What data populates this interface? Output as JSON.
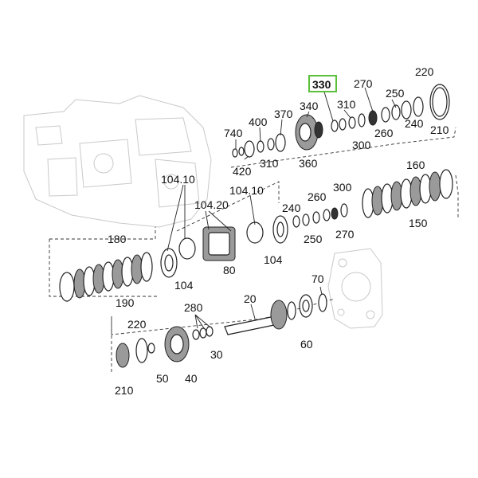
{
  "highlight": {
    "label": "330",
    "color": "#5bbf3c"
  },
  "labels": {
    "l220a": "220",
    "l270a": "270",
    "l250a": "250",
    "l340": "340",
    "l310a": "310",
    "l370": "370",
    "l400": "400",
    "l740": "740",
    "l420": "420",
    "l310b": "310",
    "l360": "360",
    "l300a": "300",
    "l260a": "260",
    "l240a": "240",
    "l210a": "210",
    "l10410a": "104.10",
    "l10420": "104.20",
    "l10410b": "104.10",
    "l260b": "260",
    "l300b": "300",
    "l240b": "240",
    "l160": "160",
    "l250b": "250",
    "l270b": "270",
    "l150": "150",
    "l180": "180",
    "l80": "80",
    "l104a": "104",
    "l104b": "104",
    "l190": "190",
    "l70": "70",
    "l20": "20",
    "l280": "280",
    "l220b": "220",
    "l60": "60",
    "l30": "30",
    "l50": "50",
    "l40": "40",
    "l210b": "210"
  }
}
